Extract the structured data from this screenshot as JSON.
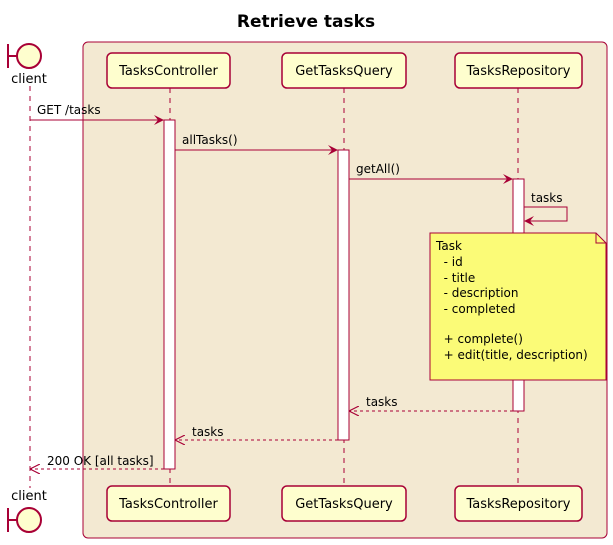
{
  "title": "Retrieve tasks",
  "colors": {
    "box_fill": "#F3E9D2",
    "box_stroke": "#A80036",
    "participant_fill": "#FEFECE",
    "arrow": "#A80036",
    "note_fill": "#FBFB77",
    "lifeline": "#A80036"
  },
  "actors": {
    "client": {
      "label": "client",
      "icon": "boundary-icon"
    }
  },
  "participants": [
    {
      "id": "controller",
      "label": "TasksController"
    },
    {
      "id": "query",
      "label": "GetTasksQuery"
    },
    {
      "id": "repository",
      "label": "TasksRepository"
    }
  ],
  "messages": [
    {
      "from": "client",
      "to": "controller",
      "label": "GET /tasks",
      "style": "solid"
    },
    {
      "from": "controller",
      "to": "query",
      "label": "allTasks()",
      "style": "solid"
    },
    {
      "from": "query",
      "to": "repository",
      "label": "getAll()",
      "style": "solid"
    },
    {
      "from": "repository",
      "to": "repository",
      "label": "tasks",
      "style": "solid"
    },
    {
      "from": "repository",
      "to": "query",
      "label": "tasks",
      "style": "dashed"
    },
    {
      "from": "query",
      "to": "controller",
      "label": "tasks",
      "style": "dashed"
    },
    {
      "from": "controller",
      "to": "client",
      "label": "200 OK [all tasks]",
      "style": "dashed"
    }
  ],
  "note": {
    "lines": [
      "Task",
      "  - id",
      "  - title",
      "  - description",
      "  - completed",
      "",
      "  + complete()",
      "  + edit(title, description)"
    ]
  }
}
